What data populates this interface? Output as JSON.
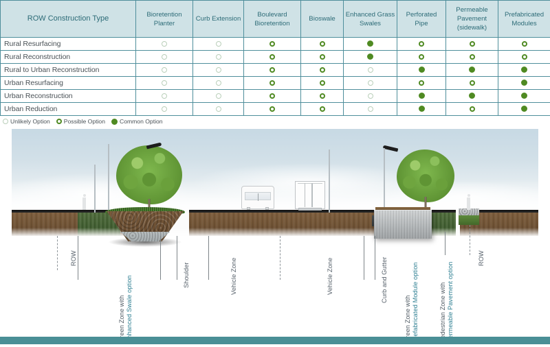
{
  "table": {
    "row_header": "ROW Construction Type",
    "columns": [
      "Bioretention Planter",
      "Curb Extension",
      "Boulevard Bioretention",
      "Bioswale",
      "Enhanced Grass Swales",
      "Perforated Pipe",
      "Permeable Pavement (sidewalk)",
      "Prefabricated Modules"
    ],
    "rows": [
      {
        "label": "Rural Resurfacing",
        "values": [
          "unlikely",
          "unlikely",
          "possible",
          "possible",
          "common",
          "possible",
          "possible",
          "possible"
        ]
      },
      {
        "label": "Rural Reconstruction",
        "values": [
          "unlikely",
          "unlikely",
          "possible",
          "possible",
          "common",
          "possible",
          "possible",
          "possible"
        ]
      },
      {
        "label": "Rural to Urban Reconstruction",
        "values": [
          "unlikely",
          "unlikely",
          "possible",
          "possible",
          "unlikely",
          "common",
          "common",
          "common"
        ]
      },
      {
        "label": "Urban Resurfacing",
        "values": [
          "unlikely",
          "unlikely",
          "possible",
          "possible",
          "unlikely",
          "possible",
          "possible",
          "common"
        ]
      },
      {
        "label": "Urban Reconstruction",
        "values": [
          "unlikely",
          "unlikely",
          "possible",
          "possible",
          "unlikely",
          "common",
          "common",
          "common"
        ]
      },
      {
        "label": "Urban Reduction",
        "values": [
          "unlikely",
          "unlikely",
          "possible",
          "possible",
          "unlikely",
          "common",
          "possible",
          "common"
        ]
      }
    ],
    "legend": [
      {
        "key": "unlikely",
        "label": "Unlikely Option"
      },
      {
        "key": "possible",
        "label": "Possible Option"
      },
      {
        "key": "common",
        "label": "Common Option"
      }
    ],
    "colors": {
      "header_bg": "#cfe2e6",
      "header_text": "#2c6b77",
      "border": "#4e8e9b",
      "green": "#4f8a22",
      "unlikely_ring": "#b9cfb9"
    }
  },
  "illustration": {
    "labels": {
      "row_left": "ROW",
      "row_right": "ROW",
      "shoulder": "Shoulder",
      "vehicle_zone_1": "Vehicle Zone",
      "vehicle_zone_2": "Vehicle Zone",
      "curb_and_gutter": "Curb and Gutter",
      "green_zone_swale": {
        "grey": "Green Zone with",
        "teal": "Enhanced Swale option"
      },
      "green_zone_module": {
        "grey": "Green Zone with",
        "teal": "Prefabricated Module option"
      },
      "pedestrian_zone": {
        "grey": "Pedestrian Zone with",
        "teal": "Permeable Pavement option"
      }
    },
    "colors": {
      "sky_top": "#c7d9e4",
      "asphalt": "#1a1a1a",
      "soil": "#6e5133",
      "grass": "#3f5c2f",
      "canopy": "#5f9434",
      "concrete": "#b3b7b9",
      "footer_bar": "#4a8f96",
      "label_grey": "#4f5a63",
      "label_teal": "#2e7f92"
    }
  }
}
